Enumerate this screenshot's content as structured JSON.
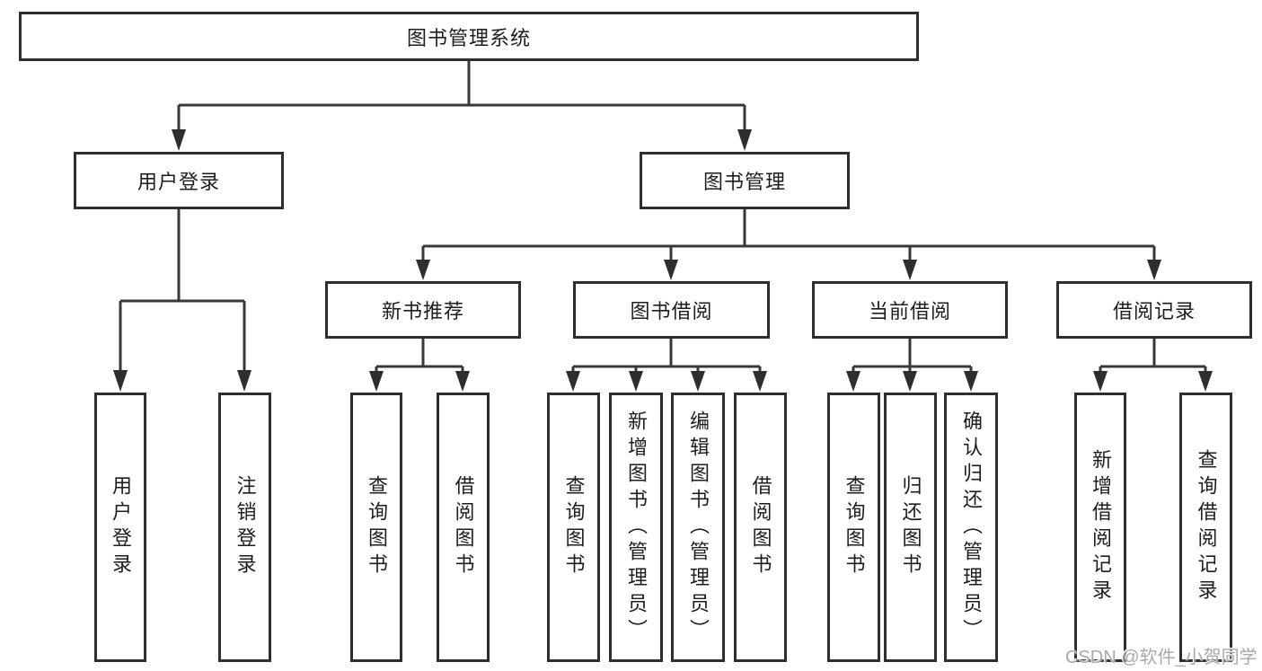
{
  "tree": {
    "label": "图书管理系统",
    "children": [
      {
        "label": "用户登录",
        "children": [
          {
            "label": "用户登录"
          },
          {
            "label": "注销登录"
          }
        ]
      },
      {
        "label": "图书管理",
        "children": [
          {
            "label": "新书推荐",
            "children": [
              {
                "label": "查询图书"
              },
              {
                "label": "借阅图书"
              }
            ]
          },
          {
            "label": "图书借阅",
            "children": [
              {
                "label": "查询图书"
              },
              {
                "label": "新增图书（管理员）"
              },
              {
                "label": "编辑图书（管理员）"
              },
              {
                "label": "借阅图书"
              }
            ]
          },
          {
            "label": "当前借阅",
            "children": [
              {
                "label": "查询图书"
              },
              {
                "label": "归还图书"
              },
              {
                "label": "确认归还（管理员）"
              }
            ]
          },
          {
            "label": "借阅记录",
            "children": [
              {
                "label": "新增借阅记录"
              },
              {
                "label": "查询借阅记录"
              }
            ]
          }
        ]
      }
    ]
  },
  "watermark": "CSDN @软件_小贺同学",
  "colors": {
    "line": "#383838",
    "box_border": "#2e2e2e",
    "text": "#1d1d1d",
    "background": "#ffffff",
    "watermark": "#a9a9a9"
  }
}
